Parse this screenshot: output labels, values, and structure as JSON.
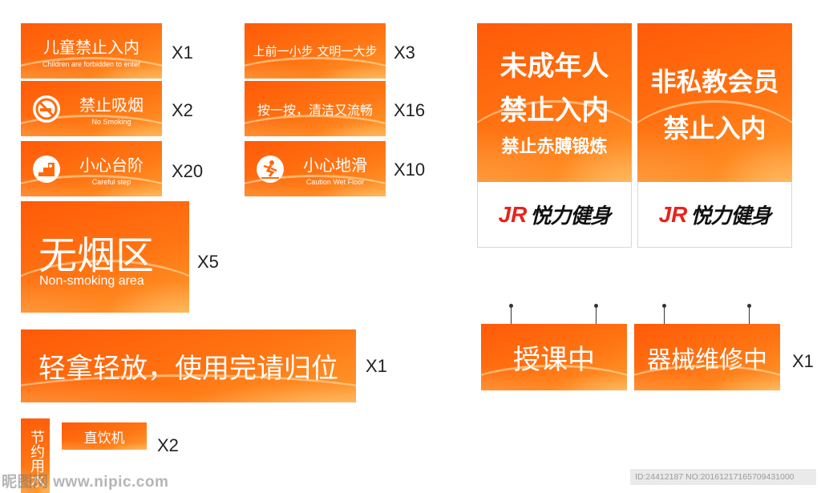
{
  "signs": {
    "children": {
      "cn": "儿童禁止入内",
      "en": "Children are forbidden to enter",
      "qty": "X1"
    },
    "nosmoking": {
      "cn": "禁止吸烟",
      "en": "No Smoking",
      "qty": "X2"
    },
    "step": {
      "cn": "小心台阶",
      "en": "Careful step",
      "qty": "X20"
    },
    "civil": {
      "cn": "上前一小步  文明一大步",
      "qty": "X3"
    },
    "flush": {
      "cn": "按一按，清洁又流畅",
      "qty": "X16"
    },
    "wetfloor": {
      "cn": "小心地滑",
      "en": "Caution Wet Floor",
      "qty": "X10"
    },
    "smokefree": {
      "cn": "无烟区",
      "en": "Non-smoking area",
      "qty": "X5"
    },
    "handle": {
      "cn": "轻拿轻放，使用完请归位",
      "qty": "X1"
    },
    "save": {
      "cn": "节约用水"
    },
    "water": {
      "cn": "直饮机",
      "qty": "X2"
    },
    "minors": {
      "line1": "未成年人",
      "line2": "禁止入内",
      "line3": "禁止赤膊锻炼"
    },
    "members": {
      "line1": "非私教会员",
      "line2": "禁止入内"
    },
    "brand": {
      "name": "悦力健身",
      "logo": "JR"
    },
    "teaching": {
      "cn": "授课中"
    },
    "repair": {
      "cn": "器械维修中",
      "qty": "X1"
    }
  },
  "watermark": "昵图网 www.nipic.com",
  "footer": "ID:24412187 NO:20161217165709431000"
}
